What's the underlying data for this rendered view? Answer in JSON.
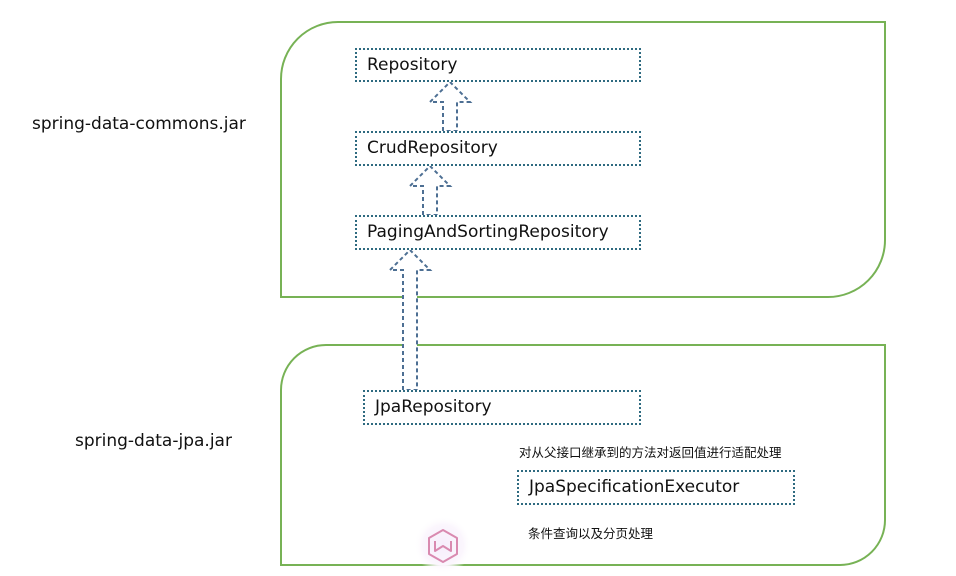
{
  "jars": {
    "commons": {
      "label": "spring-data-commons.jar"
    },
    "jpa": {
      "label": "spring-data-jpa.jar"
    }
  },
  "interfaces": {
    "repository": "Repository",
    "crud": "CrudRepository",
    "paging": "PagingAndSortingRepository",
    "jpa": "JpaRepository",
    "spec": "JpaSpecificationExecutor"
  },
  "notes": {
    "jpa_note": "对从父接口继承到的方法对返回值进行适配处理",
    "spec_note": "条件查询以及分页处理"
  },
  "colors": {
    "container_border": "#77b255",
    "box_border": "#2e6a80",
    "arrow_stroke": "#4d6f93"
  }
}
